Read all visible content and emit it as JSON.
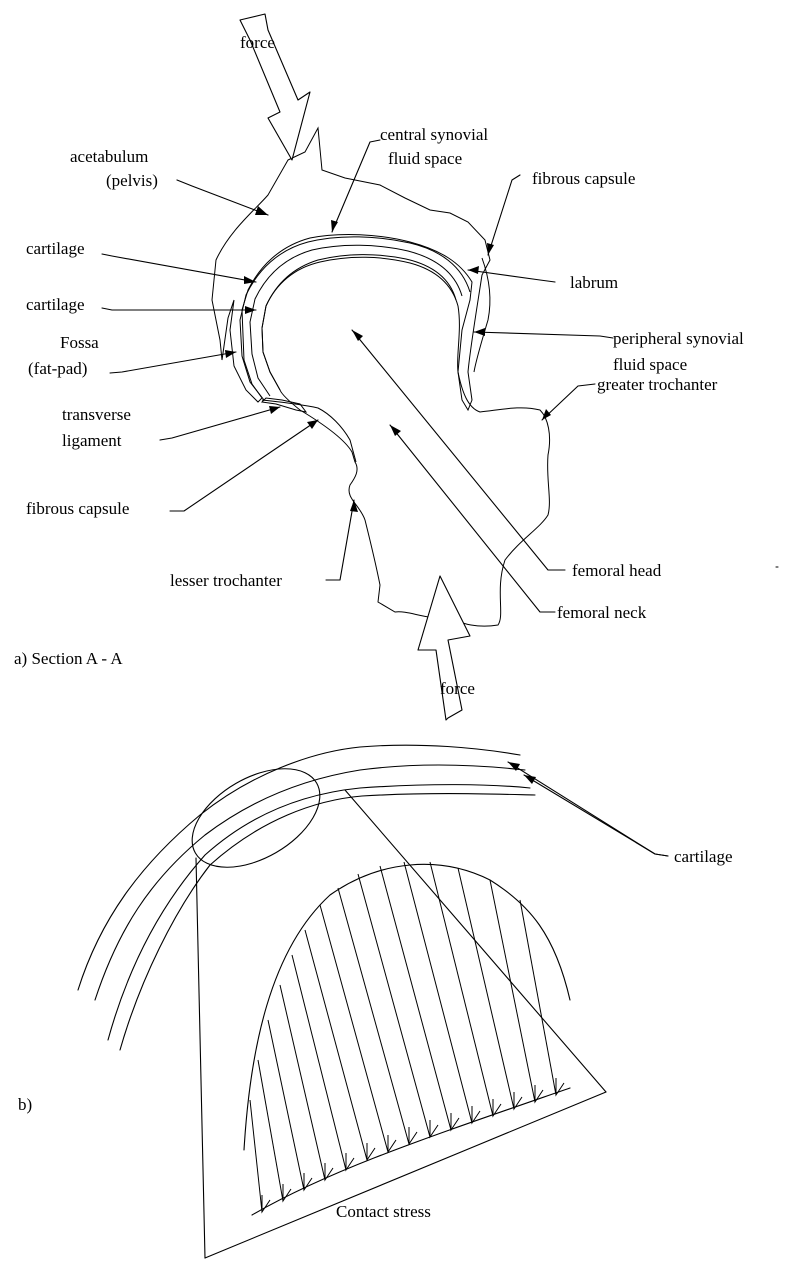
{
  "panel_a": {
    "caption": "a)  Section A - A",
    "labels": {
      "force_top": "force",
      "acetabulum": "acetabulum",
      "pelvis": "(pelvis)",
      "central_synovial_1": "central synovial",
      "central_synovial_2": "fluid space",
      "fibrous_capsule_top": "fibrous capsule",
      "cartilage_1": "cartilage",
      "cartilage_2": "cartilage",
      "labrum": "labrum",
      "fossa": "Fossa",
      "fat_pad": "(fat-pad)",
      "peripheral_synovial_1": "peripheral synovial",
      "peripheral_synovial_2": "fluid space",
      "greater_trochanter": "greater trochanter",
      "transverse": "transverse",
      "ligament": "ligament",
      "fibrous_capsule_bottom": "fibrous capsule",
      "lesser_trochanter": "lesser trochanter",
      "femoral_head": "femoral head",
      "femoral_neck": "femoral neck",
      "force_bottom": "force"
    }
  },
  "panel_b": {
    "caption": "b)",
    "labels": {
      "cartilage": "cartilage",
      "contact_stress": "Contact stress"
    }
  }
}
